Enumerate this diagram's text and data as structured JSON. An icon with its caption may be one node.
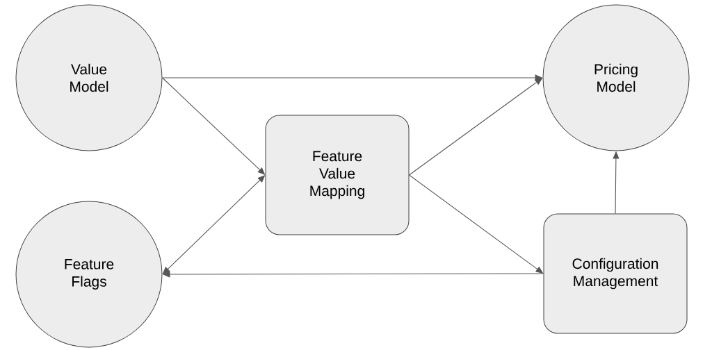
{
  "diagram": {
    "nodes": [
      {
        "text": [
          "Value Model"
        ]
      },
      {
        "text": [
          "Pricing Model"
        ]
      },
      {
        "text": [
          "Feature Value Mapping"
        ]
      },
      {
        "text": [
          "Feature Flags"
        ]
      },
      {
        "text": [
          "Configuration Management"
        ]
      }
    ],
    "edges": [
      {
        "from": 0,
        "to": 1,
        "arrow": "to"
      },
      {
        "from": 0,
        "to": 2,
        "arrow": "to"
      },
      {
        "from": 3,
        "to": 2,
        "arrow": "both"
      },
      {
        "from": 2,
        "to": 1,
        "arrow": "to"
      },
      {
        "from": 2,
        "to": 4,
        "arrow": "to"
      },
      {
        "from": 4,
        "to": 3,
        "arrow": "to"
      },
      {
        "from": 4,
        "to": 1,
        "arrow": "to"
      }
    ]
  }
}
